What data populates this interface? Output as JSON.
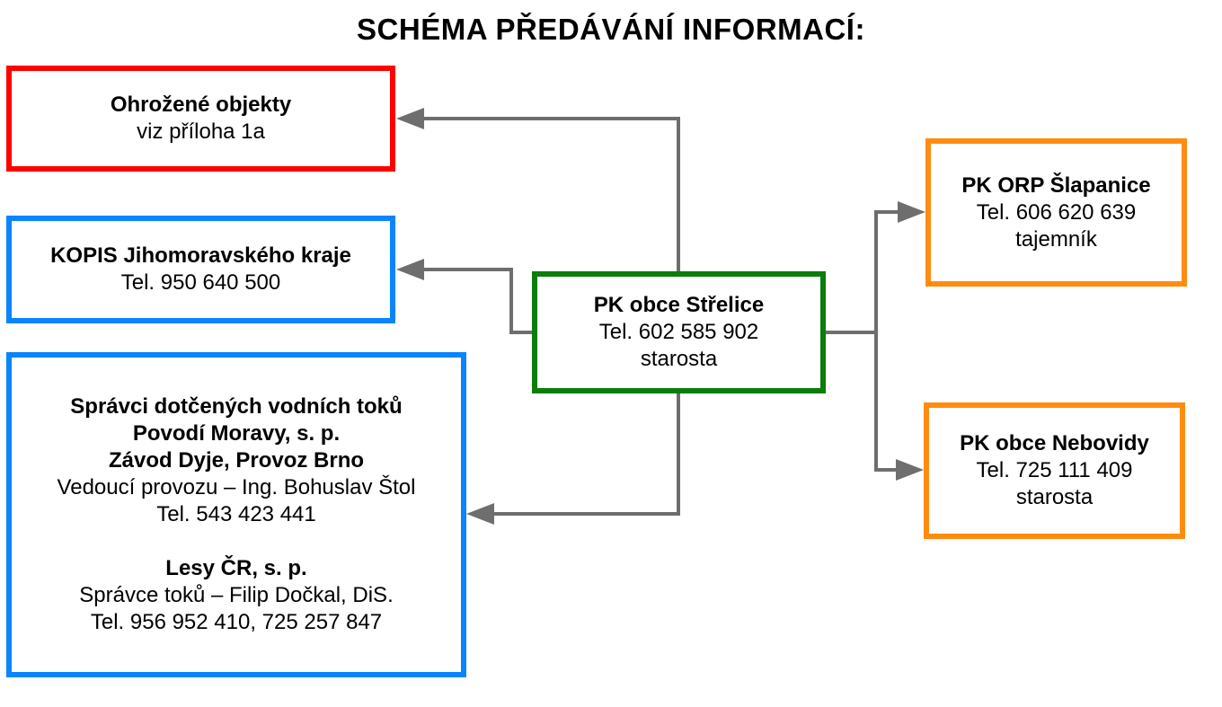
{
  "title": "SCHÉMA PŘEDÁVÁNÍ INFORMACÍ:",
  "colors": {
    "threatened": "#ff0000",
    "info": "#0a84ff",
    "center": "#0a7d0a",
    "neighbor": "#ff8c10",
    "connector": "#6e6e6e"
  },
  "threatened_objects": {
    "name": "Ohrožené objekty",
    "note": "viz příloha 1a"
  },
  "kopis": {
    "name": "KOPIS Jihomoravského kraje",
    "phone": "Tel. 950 640 500"
  },
  "center": {
    "name": "PK obce Střelice",
    "phone": "Tel. 602 585 902",
    "role": "starosta"
  },
  "orp": {
    "name": "PK ORP Šlapanice",
    "phone": "Tel. 606 620 639",
    "role": "tajemník"
  },
  "nebovidy": {
    "name": "PK obce Nebovidy",
    "phone": "Tel. 725 111 409",
    "role": "starosta"
  },
  "water_managers": {
    "heading": "Správci dotčených vodních toků",
    "org1": "Povodí Moravy, s. p.",
    "org1_unit": "Závod Dyje, Provoz Brno",
    "org1_contact": "Vedoucí provozu – Ing. Bohuslav Štol",
    "org1_phone": "Tel. 543 423 441",
    "org2": "Lesy ČR, s. p.",
    "org2_contact": "Správce toků – Filip Dočkal, DiS.",
    "org2_phone": "Tel. 956 952 410, 725 257 847"
  }
}
